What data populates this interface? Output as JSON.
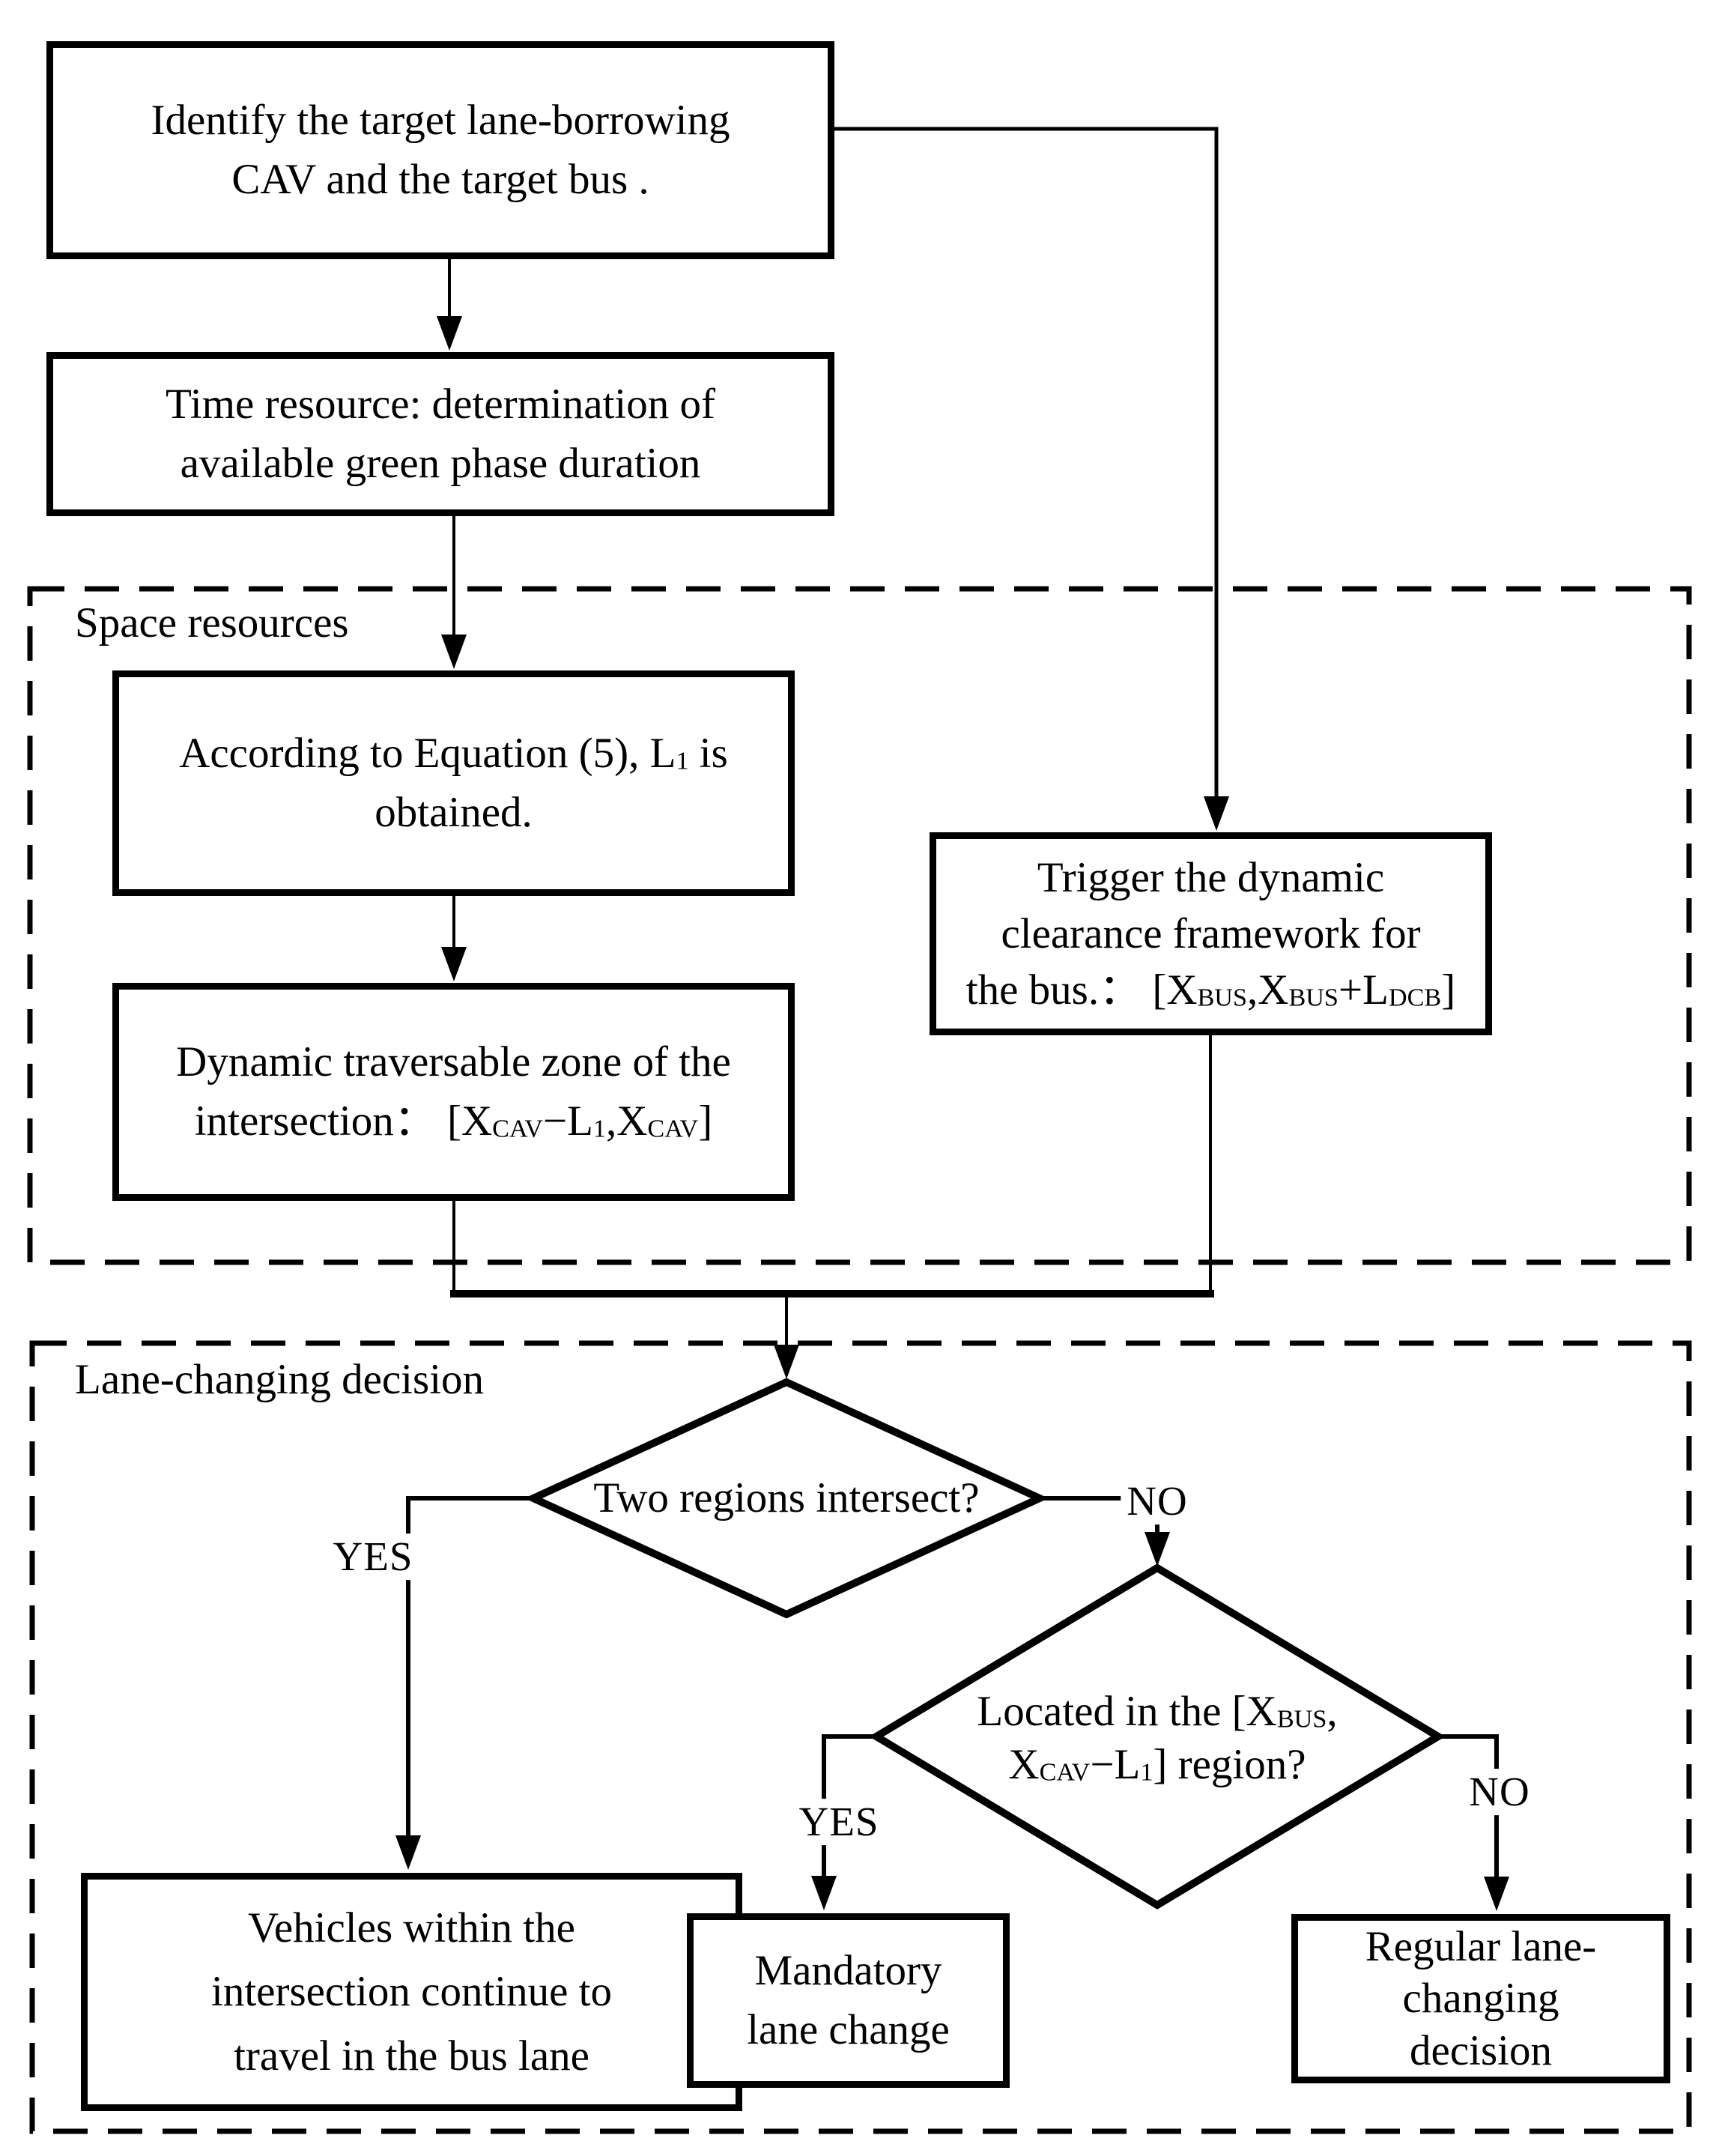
{
  "diagram": {
    "ink_color": "#000000",
    "background_color": "#ffffff"
  },
  "containers": {
    "space": {
      "label": "Space resources"
    },
    "lane": {
      "label": "Lane-changing decision"
    }
  },
  "boxes": {
    "identify": {
      "l1": "Identify the target lane-borrowing",
      "l2": "CAV and the target bus ."
    },
    "time": {
      "l1": "Time resource: determination of",
      "l2": "available green phase duration"
    },
    "equation": {
      "l1a": "According to Equation (5), L",
      "l1sub": "1",
      "l1b": " is",
      "l2": "obtained."
    },
    "dynamic": {
      "l1": "Dynamic traversable zone of the",
      "l2a": "intersection： [X",
      "l2sub1": "CAV",
      "l2b": "−L",
      "l2sub2": "1",
      "l2c": ",X",
      "l2sub3": "CAV",
      "l2d": "]"
    },
    "trigger": {
      "l1": "Trigger the  dynamic",
      "l2": "clearance framework for",
      "l3a": "the bus.： [X",
      "l3sub1": "BUS",
      "l3b": ",X",
      "l3sub2": "BUS",
      "l3c": "+L",
      "l3sub3": "DCB",
      "l3d": "]"
    },
    "vehicles": {
      "l1": "Vehicles within the",
      "l2": "intersection continue to",
      "l3": "travel in the bus lane"
    },
    "mandatory": {
      "l1": "Mandatory",
      "l2": "lane change"
    },
    "regular": {
      "l1": "Regular lane-",
      "l2": "changing",
      "l3": "decision"
    }
  },
  "decisions": {
    "intersect": {
      "text": "Two regions intersect?"
    },
    "located": {
      "l1a": "Located in the [X",
      "l1sub": "BUS",
      "l1b": ",",
      "l2a": "X",
      "l2sub1": "CAV",
      "l2b": "−L",
      "l2sub2": "1",
      "l2c": "] region?"
    }
  },
  "branch_labels": {
    "intersect_yes": "YES",
    "intersect_no": "NO",
    "located_yes": "YES",
    "located_no": "NO"
  }
}
